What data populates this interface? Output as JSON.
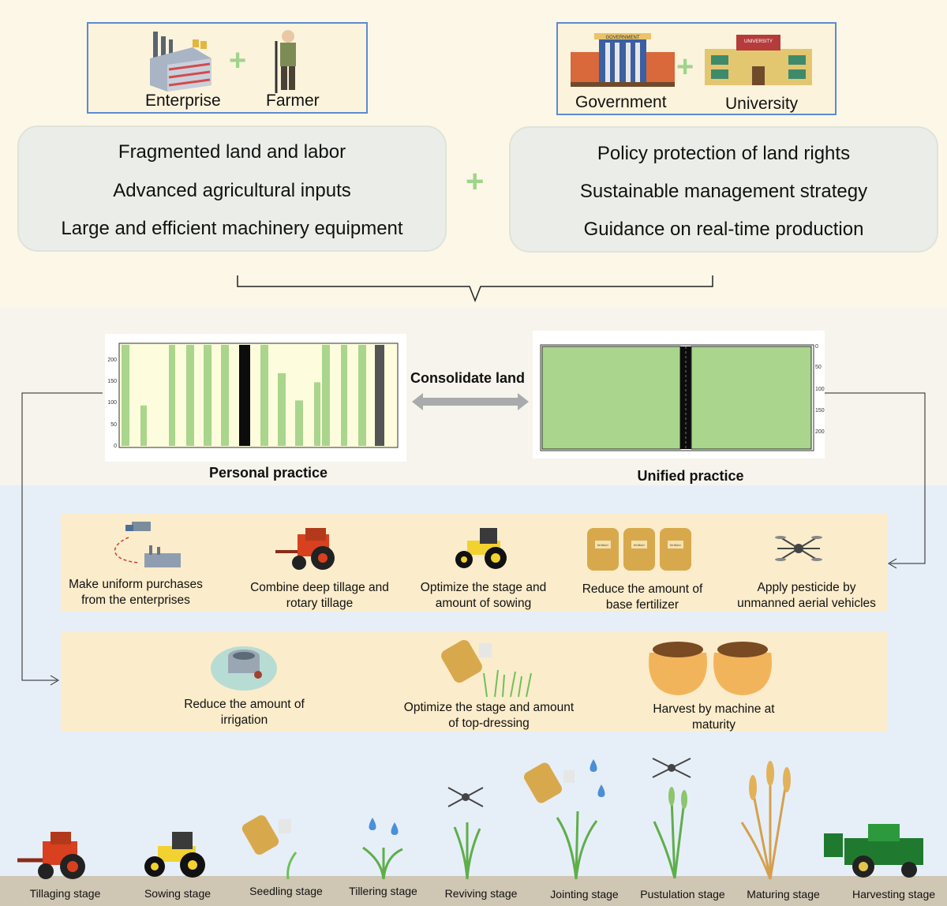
{
  "actors_left": {
    "enterprise": "Enterprise",
    "farmer": "Farmer"
  },
  "actors_right": {
    "government": "Government",
    "university": "University",
    "government_sign": "GOVERNMENT",
    "university_sign": "UNIVERSITY"
  },
  "left_box": {
    "lines": [
      "Fragmented land and labor",
      "Advanced agricultural inputs",
      "Large and efficient machinery equipment"
    ]
  },
  "right_box": {
    "lines": [
      "Policy protection of land rights",
      "Sustainable management strategy",
      "Guidance on real-time production"
    ]
  },
  "plus_symbol": "+",
  "consolidate_label": "Consolidate land",
  "personal_practice": {
    "title": "Personal practice",
    "y_ticks": [
      "200",
      "150",
      "100",
      "50",
      "0"
    ]
  },
  "unified_practice": {
    "title": "Unified practice",
    "y_ticks": [
      "0",
      "50",
      "100",
      "150",
      "200"
    ]
  },
  "fertilizer_bag_label": "fertilizer",
  "practices_row1": [
    "Make uniform purchases from the enterprises",
    "Combine deep tillage and rotary tillage",
    "Optimize the stage and amount of sowing",
    "Reduce the amount of base fertilizer",
    "Apply pesticide by unmanned aerial vehicles"
  ],
  "practices_row2": [
    "Reduce the amount of irrigation",
    "Optimize the stage and amount of top-dressing",
    "Harvest by machine at maturity"
  ],
  "stages": [
    "Tillaging stage",
    "Sowing stage",
    "Seedling stage",
    "Tillering stage",
    "Reviving stage",
    "Jointing stage",
    "Pustulation stage",
    "Maturing stage",
    "Harvesting stage"
  ],
  "colors": {
    "field_green": "#a9d58c",
    "field_light": "#fdfddd",
    "box_border": "#5b8bd0",
    "practice_band": "#fbeccb",
    "plus_green": "#9fd48c"
  }
}
